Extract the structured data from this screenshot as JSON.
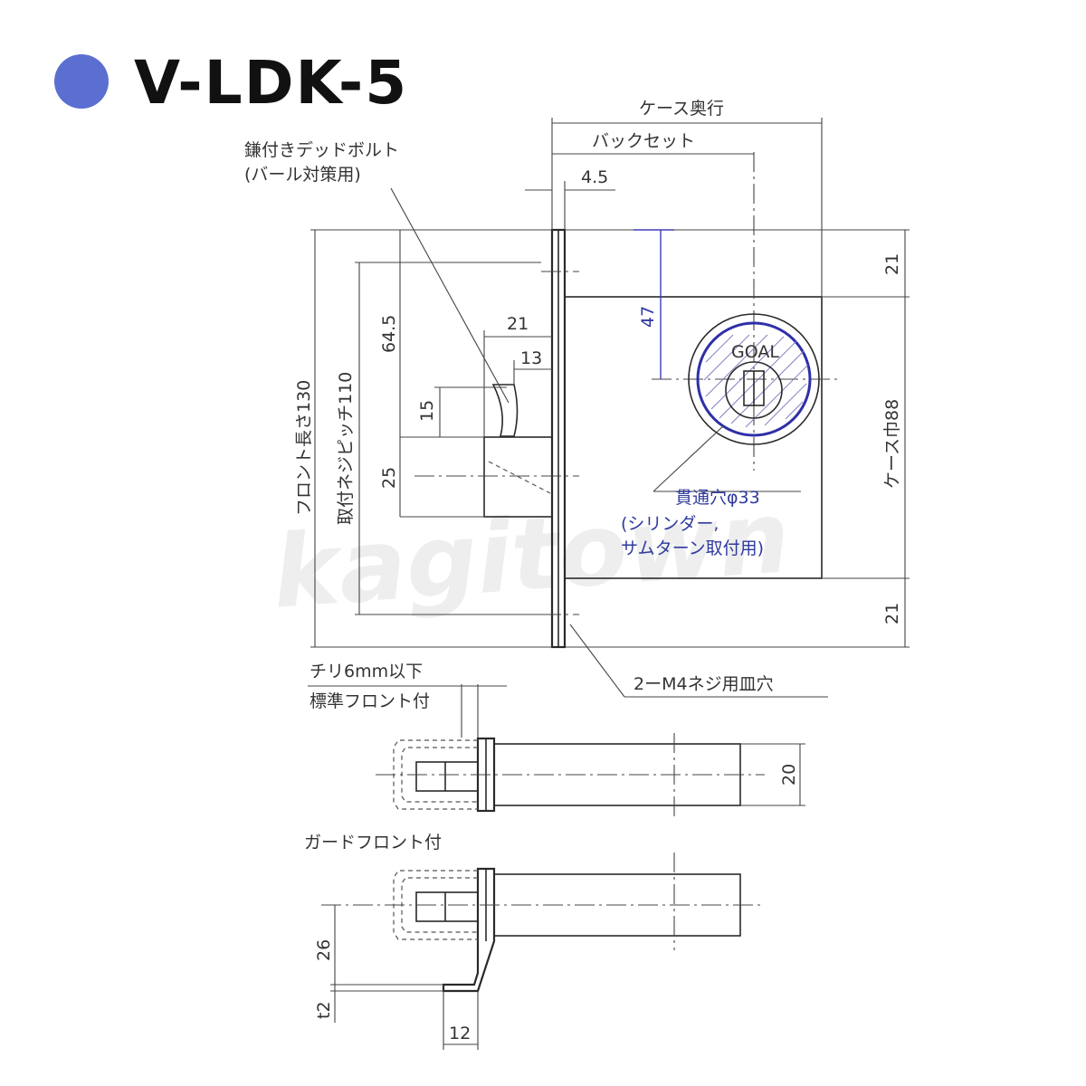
{
  "title": "V-LDK-5",
  "title_dot_color": "#5b6fd1",
  "accent_color": "#3f3fb5",
  "watermark": "kagitown",
  "labels": {
    "case_depth": "ケース奥行",
    "backset": "バックセット",
    "dim_4_5": "4.5",
    "deadbolt_line1": "鎌付きデッドボルト",
    "deadbolt_line2": "(バール対策用)",
    "dim_21_top": "21",
    "dim_21_bottom": "21",
    "dim_47": "47",
    "dim_64_5": "64.5",
    "dim_21_bolt": "21",
    "dim_13": "13",
    "dim_15": "15",
    "dim_25": "25",
    "front_length": "フロント長さ130",
    "mount_pitch": "取付ネジピッチ110",
    "case_width": "ケース巾88",
    "through_hole_line1": "貫通穴φ33",
    "through_hole_line2": "(シリンダー,",
    "through_hole_line3": "サムターン取付用)",
    "screw_hole": "2ーM4ネジ用皿穴",
    "chiri": "チリ6mm以下",
    "standard_front": "標準フロント付",
    "dim_20": "20",
    "guard_front": "ガードフロント付",
    "dim_26": "26",
    "dim_t2": "t2",
    "dim_12": "12",
    "cylinder_brand": "GOAL"
  }
}
